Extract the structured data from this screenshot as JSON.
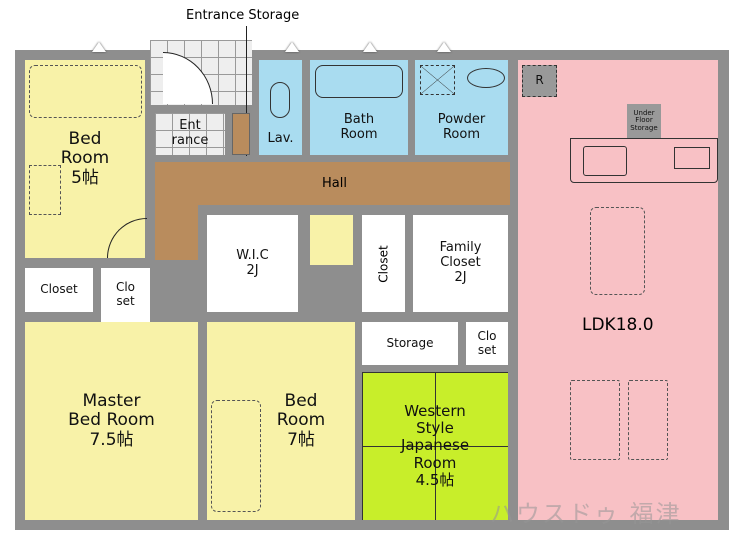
{
  "labels": {
    "entrance_storage": "Entrance Storage",
    "entrance": "Ent\nrance",
    "bed_room_5": "Bed\nRoom\n5帖",
    "lav": "Lav.",
    "bath_room": "Bath\nRoom",
    "powder_room": "Powder\nRoom",
    "hall": "Hall",
    "under_floor_storage": "Under\nFloor\nStorage",
    "refrigerator": "R",
    "closet_left": "Closet",
    "closet_set_left": "Clo\nset",
    "wic": "W.I.C\n2J",
    "closet_vertical": "Closet",
    "family_closet": "Family\nCloset\n2J",
    "ldk": "LDK18.0",
    "storage": "Storage",
    "closet_set_right": "Clo\nset",
    "master_bed_room": "Master\nBed Room\n7.5帖",
    "bed_room_7": "Bed\nRoom\n7帖",
    "western_room": "Western\nStyle\nJapanese\nRoom\n4.5帖"
  },
  "watermark": "ハウスドゥ 福津",
  "colors": {
    "bedroom": "#f8f2a8",
    "wet": "#a9dcf0",
    "ldk": "#f8c1c5",
    "hall": "#b98c5d",
    "japanese": "#c8ee2a",
    "wall": "#8e8e8e"
  }
}
